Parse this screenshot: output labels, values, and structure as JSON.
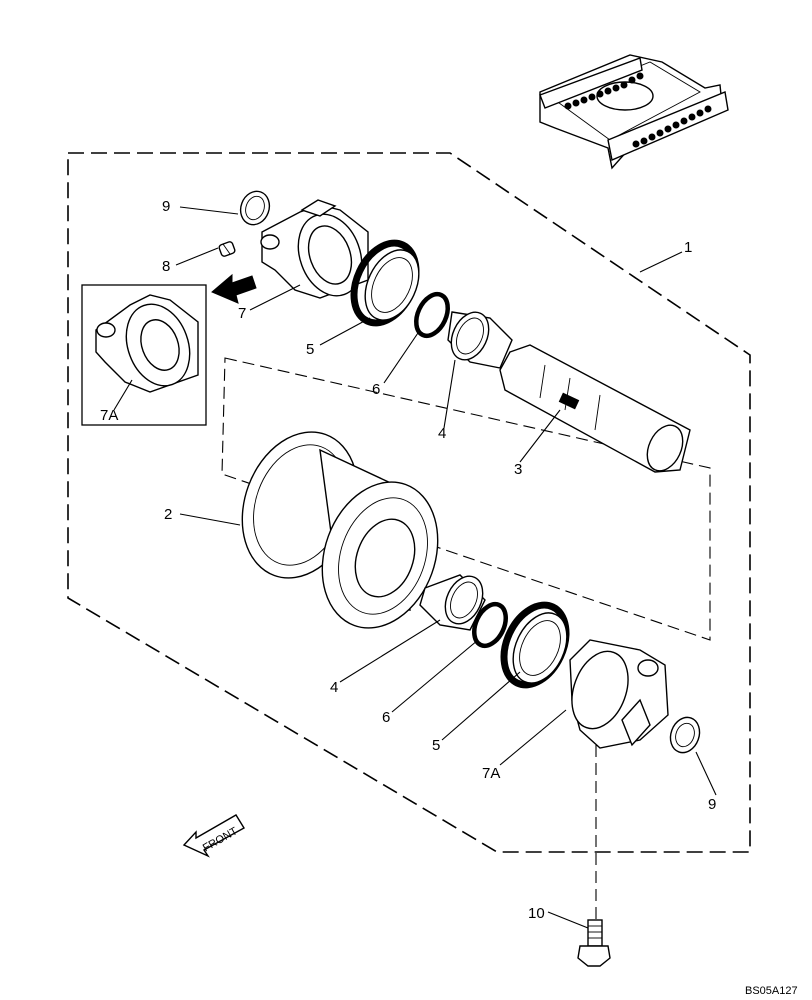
{
  "callouts": {
    "c1": "1",
    "c2": "2",
    "c3": "3",
    "c4a": "4",
    "c4b": "4",
    "c5a": "5",
    "c5b": "5",
    "c6a": "6",
    "c6b": "6",
    "c7": "7",
    "c7a_inset": "7A",
    "c7a": "7A",
    "c8": "8",
    "c9a": "9",
    "c9b": "9",
    "c10": "10"
  },
  "front_label": "FRONT",
  "drawing_code": "BS05A127"
}
